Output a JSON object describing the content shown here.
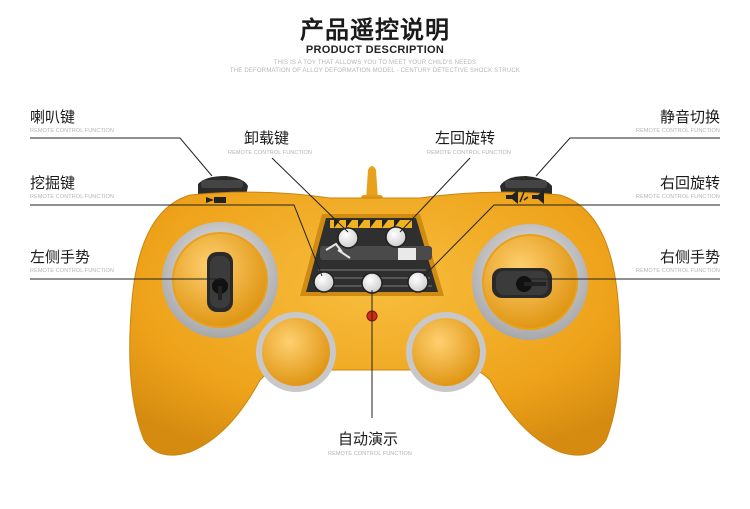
{
  "header": {
    "title": "产品遥控说明",
    "subtitle": "PRODUCT DESCRIPTION",
    "desc_line1": "THIS IS A TOY THAT ALLOWS YOU TO MEET YOUR CHILD'S NEEDS",
    "desc_line2": "THE DEFORMATION OF ALLOY DEFORMATION MODEL - CENTURY DETECTIVE SHOCK STRUCK"
  },
  "labels": {
    "horn": "喇叭键",
    "unload": "卸载键",
    "left_rotate": "左回旋转",
    "mute_toggle": "静音切换",
    "dig": "挖掘键",
    "right_rotate": "右回旋转",
    "left_gesture": "左侧手势",
    "right_gesture": "右侧手势",
    "auto_demo": "自动演示",
    "sub_caption": "REMOTE CONTROL FUNCTION"
  },
  "colors": {
    "body": "#f2a91e",
    "body_shadow": "#d98e12",
    "ring": "#c9c9cc",
    "panel": "#2b2b2b"
  }
}
